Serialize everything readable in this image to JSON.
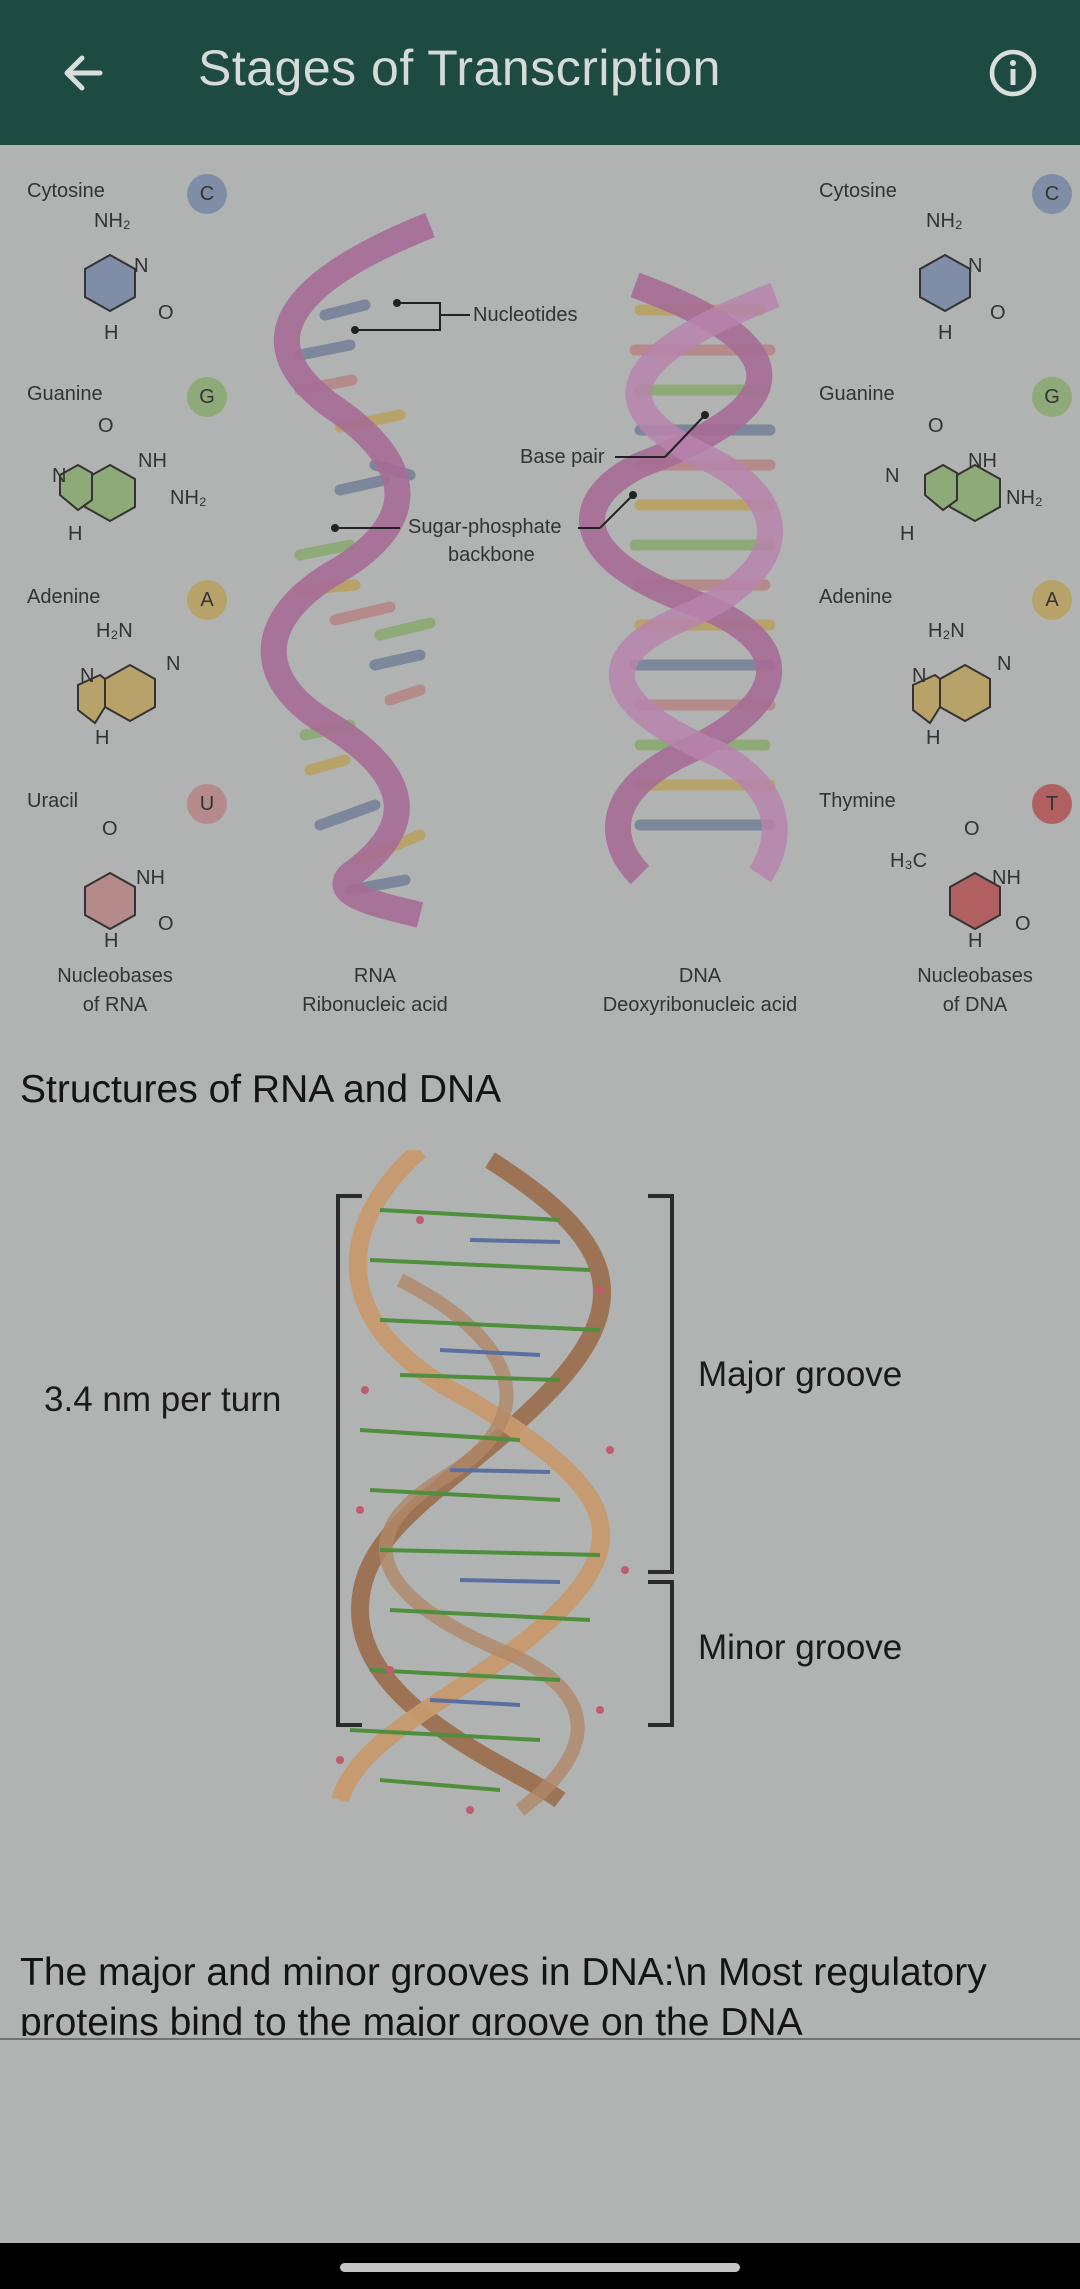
{
  "header": {
    "title": "Stages of Transcription"
  },
  "figure1": {
    "left_bases": [
      {
        "name": "Cytosine",
        "letter": "C",
        "color": "#7f8da7"
      },
      {
        "name": "Guanine",
        "letter": "G",
        "color": "#8eaa78"
      },
      {
        "name": "Adenine",
        "letter": "A",
        "color": "#b7a36a"
      },
      {
        "name": "Uracil",
        "letter": "U",
        "color": "#b58a8a"
      }
    ],
    "right_bases": [
      {
        "name": "Cytosine",
        "letter": "C",
        "color": "#7f8da7"
      },
      {
        "name": "Guanine",
        "letter": "G",
        "color": "#8eaa78"
      },
      {
        "name": "Adenine",
        "letter": "A",
        "color": "#b7a36a"
      },
      {
        "name": "Thymine",
        "letter": "T",
        "color": "#b06060"
      }
    ],
    "chem": {
      "nh2": "NH₂",
      "h2n": "H₂N",
      "n": "N",
      "o": "O",
      "h": "H",
      "nh": "NH",
      "h3c": "H₃C"
    },
    "callouts": {
      "nucleotides": "Nucleotides",
      "base_pair": "Base pair",
      "backbone_line1": "Sugar-phosphate",
      "backbone_line2": "backbone"
    },
    "captions": {
      "rna_bases_1": "Nucleobases",
      "rna_bases_2": "of RNA",
      "rna_1": "RNA",
      "rna_2": "Ribonucleic acid",
      "dna_1": "DNA",
      "dna_2": "Deoxyribonucleic acid",
      "dna_bases_1": "Nucleobases",
      "dna_bases_2": "of DNA"
    }
  },
  "section_title": "Structures of RNA and DNA",
  "figure2": {
    "per_turn": "3.4 nm per turn",
    "major": "Major groove",
    "minor": "Minor groove"
  },
  "body_text": "The major and minor grooves in DNA:\\n Most regulatory proteins bind to the major groove on the DNA"
}
